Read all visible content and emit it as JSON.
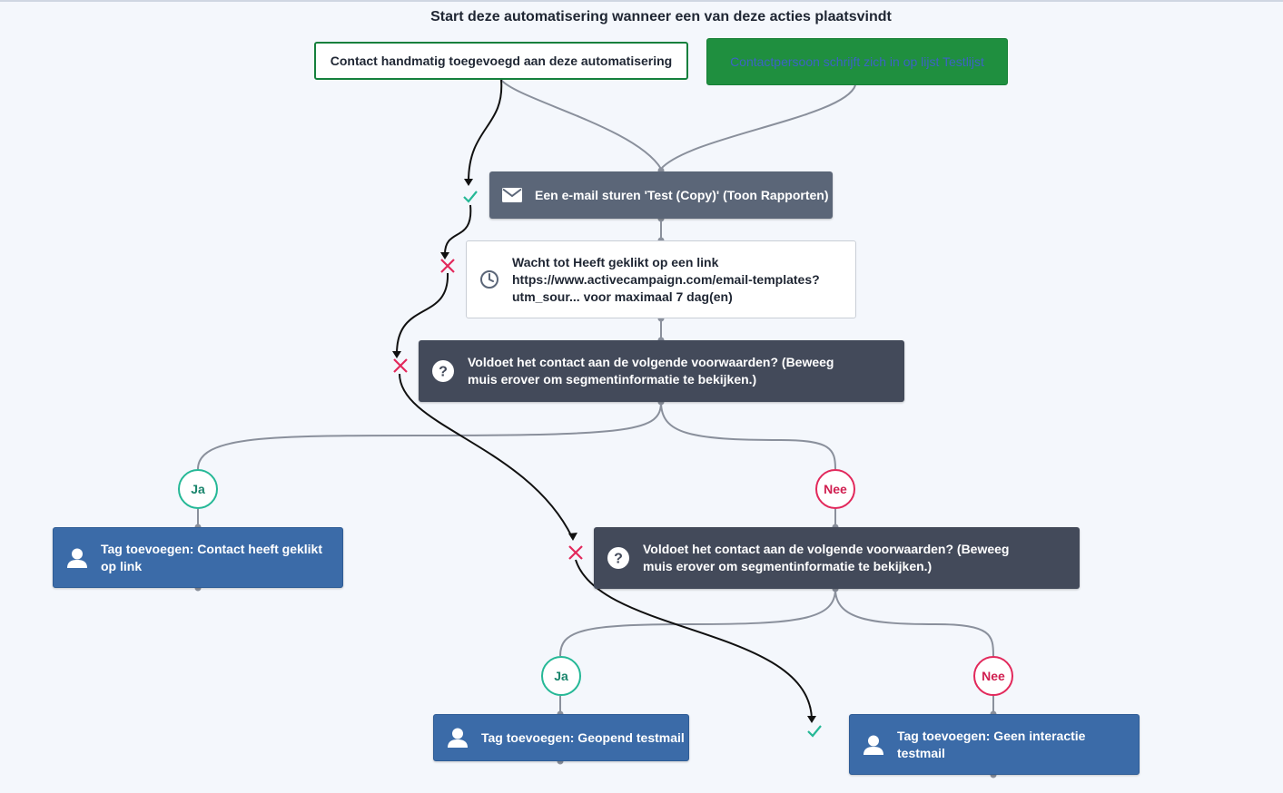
{
  "header": {
    "title": "Start deze automatisering wanneer een van deze acties plaatsvindt"
  },
  "triggers": [
    {
      "label": "Contact handmatig toegevoegd aan deze automatisering"
    },
    {
      "label": "Contactpersoon schrijft zich in op lijst Testlijst"
    }
  ],
  "actions": {
    "send_email": {
      "label": "Een e-mail sturen 'Test (Copy)' (Toon Rapporten)",
      "icon": "envelope-icon"
    },
    "wait": {
      "lines": [
        "Wacht tot Heeft geklikt op een link",
        "https://www.activecampaign.com/email-templates?",
        "utm_sour... voor maximaal 7 dag(en)"
      ],
      "icon": "clock-icon"
    },
    "condition_1": {
      "label": "Voldoet het contact aan de volgende voorwaarden? (Beweeg muis erover om segmentinformatie te bekijken.)",
      "icon": "question-icon"
    },
    "condition_2": {
      "label": "Voldoet het contact aan de volgende voorwaarden? (Beweeg muis erover om segmentinformatie te bekijken.)",
      "icon": "question-icon"
    },
    "tag_1": {
      "label": "Tag toevoegen: Contact heeft geklikt op link",
      "icon": "user-icon"
    },
    "tag_2": {
      "label": "Tag toevoegen: Geopend testmail",
      "icon": "user-icon"
    },
    "tag_3": {
      "label": "Tag toevoegen: Geen interactie testmail",
      "icon": "user-icon"
    }
  },
  "branches": {
    "yes": "Ja",
    "no": "Nee"
  },
  "colors": {
    "background": "#f4f7fc",
    "trigger_border": "#15803d",
    "trigger_fill": "#1f8f3f",
    "email_node": "#5b6678",
    "condition_node": "#434a5a",
    "tag_node": "#3b6ba8",
    "yes": "#25b896",
    "no": "#e2285b",
    "connector": "#8a909c",
    "path": "#111111"
  }
}
